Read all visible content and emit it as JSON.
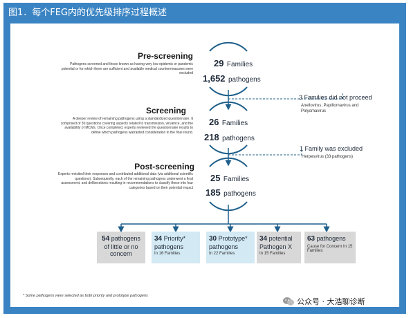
{
  "figure_title": "图1．每个FEG内的优先级排序过程概述",
  "stages": [
    {
      "title": "Pre-screening",
      "description": "Pathogens screened and those known as having very low epidemic or pandemic potential or for which there are sufficient and available medical countermeasures were excluded",
      "families_value": "29",
      "families_label": "Families",
      "pathogens_value": "1,652",
      "pathogens_label": "pathogens"
    },
    {
      "title": "Screening",
      "description": "A deeper review of remaining pathogens using a standardized questionnaire. It comprised of 30 questions covering aspects related to transmission, virulence, and the availability of MCMs. Once completed, experts reviewed the questionnaire results to define which pathogens warranted consideration in the final round.",
      "families_value": "26",
      "families_label": "Families",
      "pathogens_value": "218",
      "pathogens_label": "pathogens"
    },
    {
      "title": "Post-screening",
      "description": "Experts revisited their responses and contributed additional data (via additional scientific questions). Subsequently, each of the remaining pathogens underwent a final assessment, and deliberations resulting in recommendations to classify these into four categories based on their potential impact",
      "families_value": "25",
      "families_label": "Families",
      "pathogens_value": "185",
      "pathogens_label": "pathogens"
    }
  ],
  "exclusions": [
    {
      "title": "3 Families did not proceed",
      "detail": "Anellovirus, Papillomavirus and Polyomavirus"
    },
    {
      "title": "1 Family was excluded",
      "detail": "Herpesvirus (33 pathogens)"
    }
  ],
  "categories": [
    {
      "value": "54",
      "label": "pathogens of little or no concern",
      "sub": ""
    },
    {
      "value": "34",
      "label": "Priority* pathogens",
      "sub": "In 16 Families"
    },
    {
      "value": "30",
      "label": "Prototype* pathogens",
      "sub": "In 22 Families"
    },
    {
      "value": "34",
      "label": "potential Pathogen X",
      "sub": "In 15 Families"
    },
    {
      "value": "63",
      "label": "pathogens",
      "sub": "Cause for Concern In 15 Families"
    }
  ],
  "footnote": "* Some pathogens were selected as both priority and prototype pathogens",
  "watermark": "公众号 · 大浩聊诊断",
  "colors": {
    "frame": "#3b84c3",
    "arrow": "#1f5f8b",
    "gray_box": "#d8d8d8",
    "blue_box": "#d3e9f3"
  }
}
